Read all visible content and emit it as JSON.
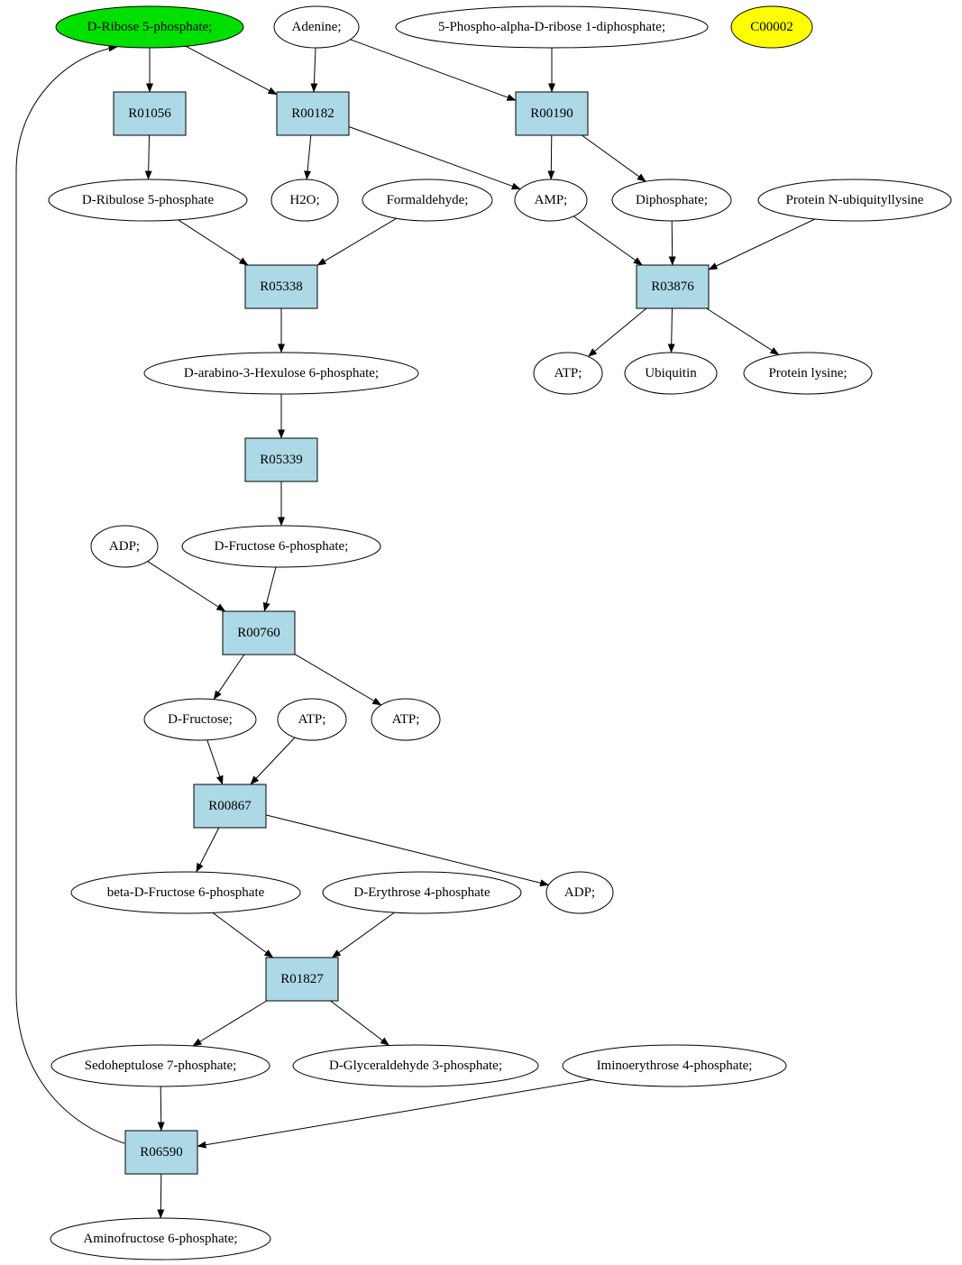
{
  "colors": {
    "compound_fill": "#ffffff",
    "reaction_fill": "#add8e6",
    "highlight_start": "#00e000",
    "highlight_target": "#ffff00"
  },
  "nodes": {
    "n_rib5p": {
      "label": "D-Ribose 5-phosphate;",
      "kind": "compound",
      "highlight": "start"
    },
    "n_adenine": {
      "label": "Adenine;",
      "kind": "compound"
    },
    "n_prpp": {
      "label": "5-Phospho-alpha-D-ribose 1-diphosphate;",
      "kind": "compound"
    },
    "n_c00002": {
      "label": "C00002",
      "kind": "compound",
      "highlight": "target"
    },
    "r_R01056": {
      "label": "R01056",
      "kind": "reaction"
    },
    "r_R00182": {
      "label": "R00182",
      "kind": "reaction"
    },
    "r_R00190": {
      "label": "R00190",
      "kind": "reaction"
    },
    "n_ribu5p": {
      "label": "D-Ribulose 5-phosphate",
      "kind": "compound"
    },
    "n_h2o": {
      "label": "H2O;",
      "kind": "compound"
    },
    "n_formaldehyde": {
      "label": "Formaldehyde;",
      "kind": "compound"
    },
    "n_amp": {
      "label": "AMP;",
      "kind": "compound"
    },
    "n_diphosphate": {
      "label": "Diphosphate;",
      "kind": "compound"
    },
    "n_protnub": {
      "label": "Protein N-ubiquityllysine",
      "kind": "compound"
    },
    "r_R05338": {
      "label": "R05338",
      "kind": "reaction"
    },
    "r_R03876": {
      "label": "R03876",
      "kind": "reaction"
    },
    "n_hexulose": {
      "label": "D-arabino-3-Hexulose 6-phosphate;",
      "kind": "compound"
    },
    "n_atp_top": {
      "label": "ATP;",
      "kind": "compound"
    },
    "n_ubiquitin": {
      "label": "Ubiquitin",
      "kind": "compound"
    },
    "n_protlys": {
      "label": "Protein lysine;",
      "kind": "compound"
    },
    "r_R05339": {
      "label": "R05339",
      "kind": "reaction"
    },
    "n_adp_top": {
      "label": "ADP;",
      "kind": "compound"
    },
    "n_fru6p": {
      "label": "D-Fructose 6-phosphate;",
      "kind": "compound"
    },
    "r_R00760": {
      "label": "R00760",
      "kind": "reaction"
    },
    "n_fructose": {
      "label": "D-Fructose;",
      "kind": "compound"
    },
    "n_atp_mid": {
      "label": "ATP;",
      "kind": "compound"
    },
    "n_atp_right": {
      "label": "ATP;",
      "kind": "compound"
    },
    "r_R00867": {
      "label": "R00867",
      "kind": "reaction"
    },
    "n_bfru6p": {
      "label": "beta-D-Fructose 6-phosphate",
      "kind": "compound"
    },
    "n_ery4p": {
      "label": "D-Erythrose 4-phosphate",
      "kind": "compound"
    },
    "n_adp_bottom": {
      "label": "ADP;",
      "kind": "compound"
    },
    "r_R01827": {
      "label": "R01827",
      "kind": "reaction"
    },
    "n_sed7p": {
      "label": "Sedoheptulose 7-phosphate;",
      "kind": "compound"
    },
    "n_gap": {
      "label": "D-Glyceraldehyde 3-phosphate;",
      "kind": "compound"
    },
    "n_iminoery": {
      "label": "Iminoerythrose 4-phosphate;",
      "kind": "compound"
    },
    "r_R06590": {
      "label": "R06590",
      "kind": "reaction"
    },
    "n_aminofru": {
      "label": "Aminofructose 6-phosphate;",
      "kind": "compound"
    }
  },
  "edges": [
    [
      "n_rib5p",
      "r_R01056"
    ],
    [
      "n_rib5p",
      "r_R00182"
    ],
    [
      "n_adenine",
      "r_R00182"
    ],
    [
      "n_adenine",
      "r_R00190"
    ],
    [
      "n_prpp",
      "r_R00190"
    ],
    [
      "r_R01056",
      "n_ribu5p"
    ],
    [
      "r_R00182",
      "n_h2o"
    ],
    [
      "r_R00182",
      "n_amp"
    ],
    [
      "r_R00190",
      "n_amp"
    ],
    [
      "r_R00190",
      "n_diphosphate"
    ],
    [
      "n_ribu5p",
      "r_R05338"
    ],
    [
      "n_formaldehyde",
      "r_R05338"
    ],
    [
      "n_amp",
      "r_R03876"
    ],
    [
      "n_diphosphate",
      "r_R03876"
    ],
    [
      "n_protnub",
      "r_R03876"
    ],
    [
      "r_R05338",
      "n_hexulose"
    ],
    [
      "r_R03876",
      "n_atp_top"
    ],
    [
      "r_R03876",
      "n_ubiquitin"
    ],
    [
      "r_R03876",
      "n_protlys"
    ],
    [
      "n_hexulose",
      "r_R05339"
    ],
    [
      "r_R05339",
      "n_fru6p"
    ],
    [
      "n_adp_top",
      "r_R00760"
    ],
    [
      "n_fru6p",
      "r_R00760"
    ],
    [
      "r_R00760",
      "n_fructose"
    ],
    [
      "r_R00760",
      "n_atp_right"
    ],
    [
      "n_fructose",
      "r_R00867"
    ],
    [
      "n_atp_mid",
      "r_R00867"
    ],
    [
      "r_R00867",
      "n_bfru6p"
    ],
    [
      "r_R00867",
      "n_adp_bottom"
    ],
    [
      "n_bfru6p",
      "r_R01827"
    ],
    [
      "n_ery4p",
      "r_R01827"
    ],
    [
      "r_R01827",
      "n_sed7p"
    ],
    [
      "r_R01827",
      "n_gap"
    ],
    [
      "n_sed7p",
      "r_R06590"
    ],
    [
      "n_iminoery",
      "r_R06590"
    ],
    [
      "r_R06590",
      "n_aminofru"
    ],
    [
      "r_R06590",
      "n_rib5p"
    ]
  ]
}
